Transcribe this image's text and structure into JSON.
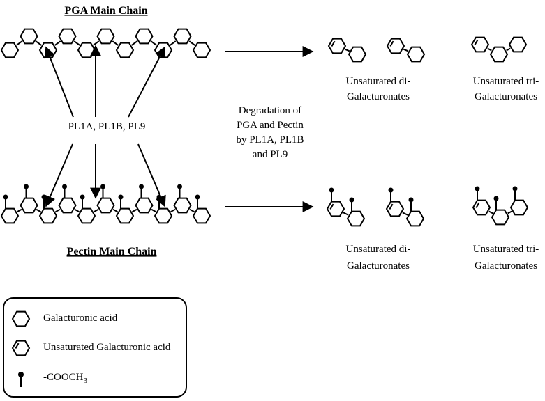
{
  "titles": {
    "pga": "PGA Main Chain",
    "pectin": "Pectin Main Chain"
  },
  "enzymes_label": "PL1A, PL1B, PL9",
  "process": {
    "line1": "Degradation of",
    "line2": "PGA and Pectin",
    "line3": "by PL1A, PL1B",
    "line4": "and PL9"
  },
  "products": {
    "di_line1": "Unsaturated di-",
    "di_line2": "Galacturonates",
    "tri_line1": "Unsaturated tri-",
    "tri_line2": "Galacturonates"
  },
  "legend": {
    "galacturonic": "Galacturonic  acid",
    "unsaturated": "Unsaturated  Galacturonic  acid",
    "cooch3_prefix": "-COOCH",
    "cooch3_sub": "3"
  },
  "icons": {
    "ring": "hexagon-ring-icon",
    "unsaturated_ring": "double-bond-hexagon-icon",
    "methyl_ester": "lollipop-cooch3-icon"
  }
}
